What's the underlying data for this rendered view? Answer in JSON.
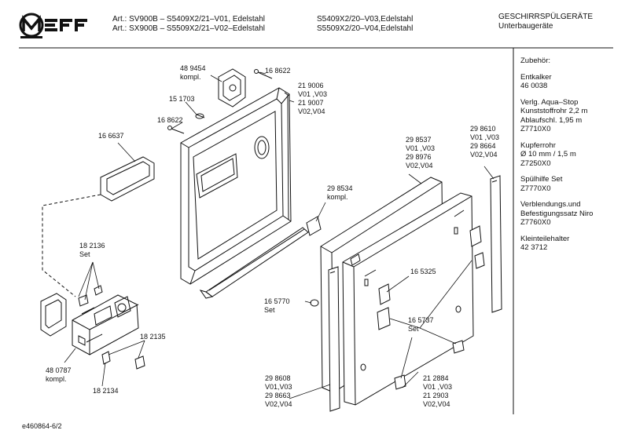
{
  "brand": {
    "logo_text": "NEFF",
    "logo_icon": "neff-logo-icon"
  },
  "header": {
    "article_line1": "Art.: SV900B – S5409X2/21–V01, Edelstahl",
    "article_line2": "Art.: SX900B – S5509X2/21–V02–Edelstahl",
    "variant_line1": "S5409X2/20–V03,Edelstahl",
    "variant_line2": "S5509X2/20–V04,Edelstahl",
    "category_line1": "GESCHIRRSPÜLGERÄTE",
    "category_line2": "Unterbaugeräte"
  },
  "accessories": {
    "title": "Zubehör:",
    "items": [
      {
        "lines": [
          "Entkalker",
          "46 0038"
        ]
      },
      {
        "lines": [
          "Verlg. Aqua–Stop",
          "Kunststoffrohr 2,2 m",
          "Ablaufschl. 1,95 m",
          "Z7710X0"
        ]
      },
      {
        "lines": [
          "Kupferrohr",
          "Ø 10 mm / 1,5 m",
          "Z7250X0"
        ]
      },
      {
        "lines": [
          "Spülhilfe Set",
          "Z7770X0"
        ]
      },
      {
        "lines": [
          "Verblendungs.und",
          "Befestigungssatz Niro",
          "Z7760X0"
        ]
      },
      {
        "lines": [
          "Kleinteilehalter",
          "42 3712"
        ]
      }
    ]
  },
  "parts": {
    "p489454": [
      "48 9454",
      "kompl."
    ],
    "p168622a": [
      "16 8622"
    ],
    "p151703": [
      "15 1703"
    ],
    "p168622b": [
      "16 8622"
    ],
    "p166637": [
      "16 6637"
    ],
    "p219006": [
      "21 9006",
      "V01 ,V03",
      "21 9007",
      "V02,V04"
    ],
    "p298537": [
      "29 8537",
      "V01 ,V03",
      "29 8976",
      "V02,V04"
    ],
    "p298610": [
      "29 8610",
      "V01 ,V03",
      "29 8664",
      "V02,V04"
    ],
    "p298534": [
      "29 8534",
      "kompl."
    ],
    "p182136": [
      "18 2136",
      "Set"
    ],
    "p165325": [
      "16 5325"
    ],
    "p165770": [
      "16 5770",
      "Set"
    ],
    "p165737": [
      "16 5737",
      "Set"
    ],
    "p182135": [
      "18 2135"
    ],
    "p480787": [
      "48 0787",
      "kompl."
    ],
    "p182134": [
      "18 2134"
    ],
    "p298608": [
      "29 8608",
      "V01,V03",
      "29 8663",
      "V02,V04"
    ],
    "p212884": [
      "21 2884",
      "V01 ,V03",
      "21 2903",
      "V02,V04"
    ]
  },
  "footer": {
    "doc_id": "e460864-6/2"
  }
}
